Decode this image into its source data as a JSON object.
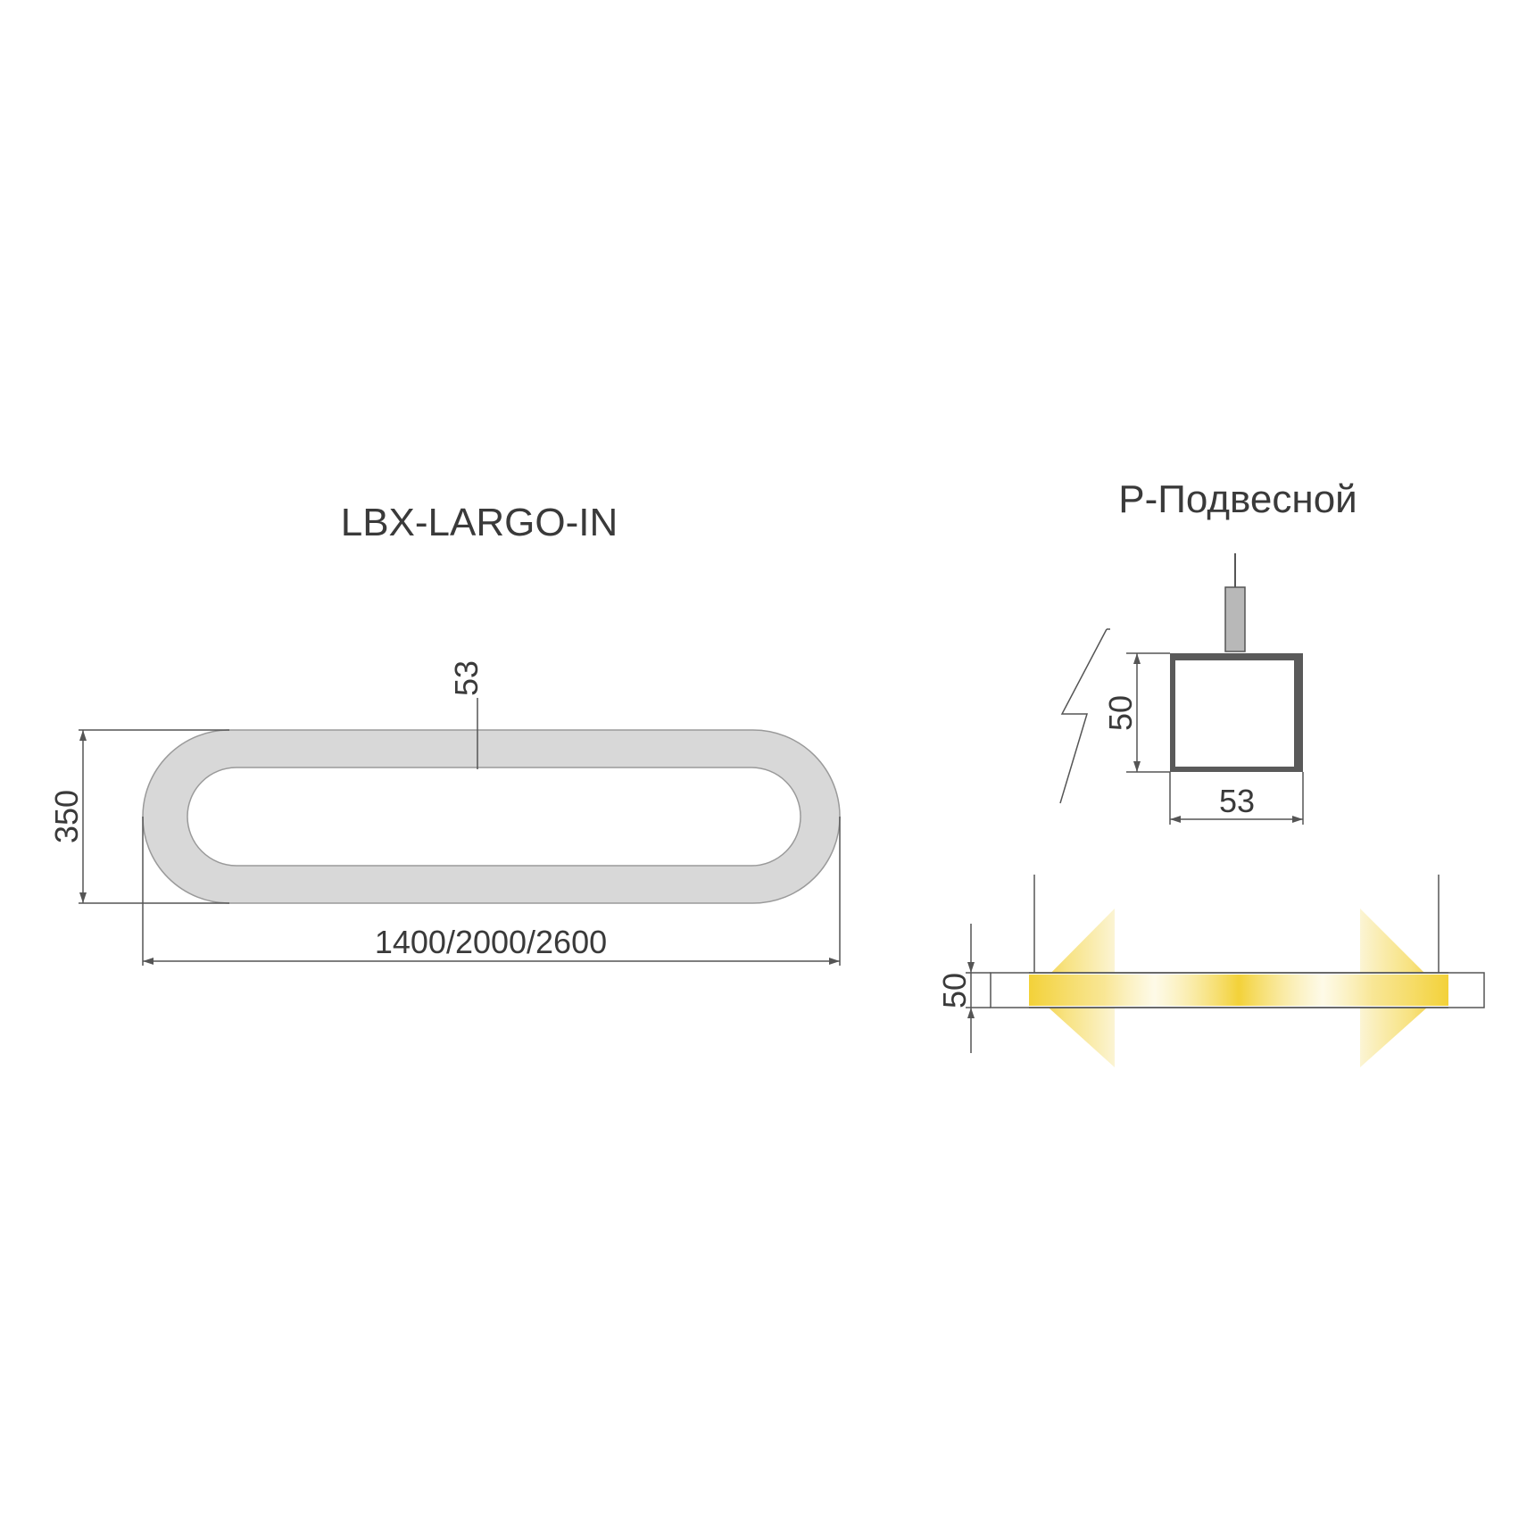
{
  "left_drawing": {
    "title": "LBX-LARGO-IN",
    "dim_width": "53",
    "dim_height": "350",
    "dim_length": "1400/2000/2600"
  },
  "right_drawing": {
    "title": "P-Подвесной",
    "section_height": "50",
    "section_width": "53",
    "side_height": "50"
  },
  "colors": {
    "profile_fill": "#d8d8d8",
    "profile_stroke": "#555555",
    "light_color": "#f5d63a",
    "text_color": "#3a3a3a"
  }
}
